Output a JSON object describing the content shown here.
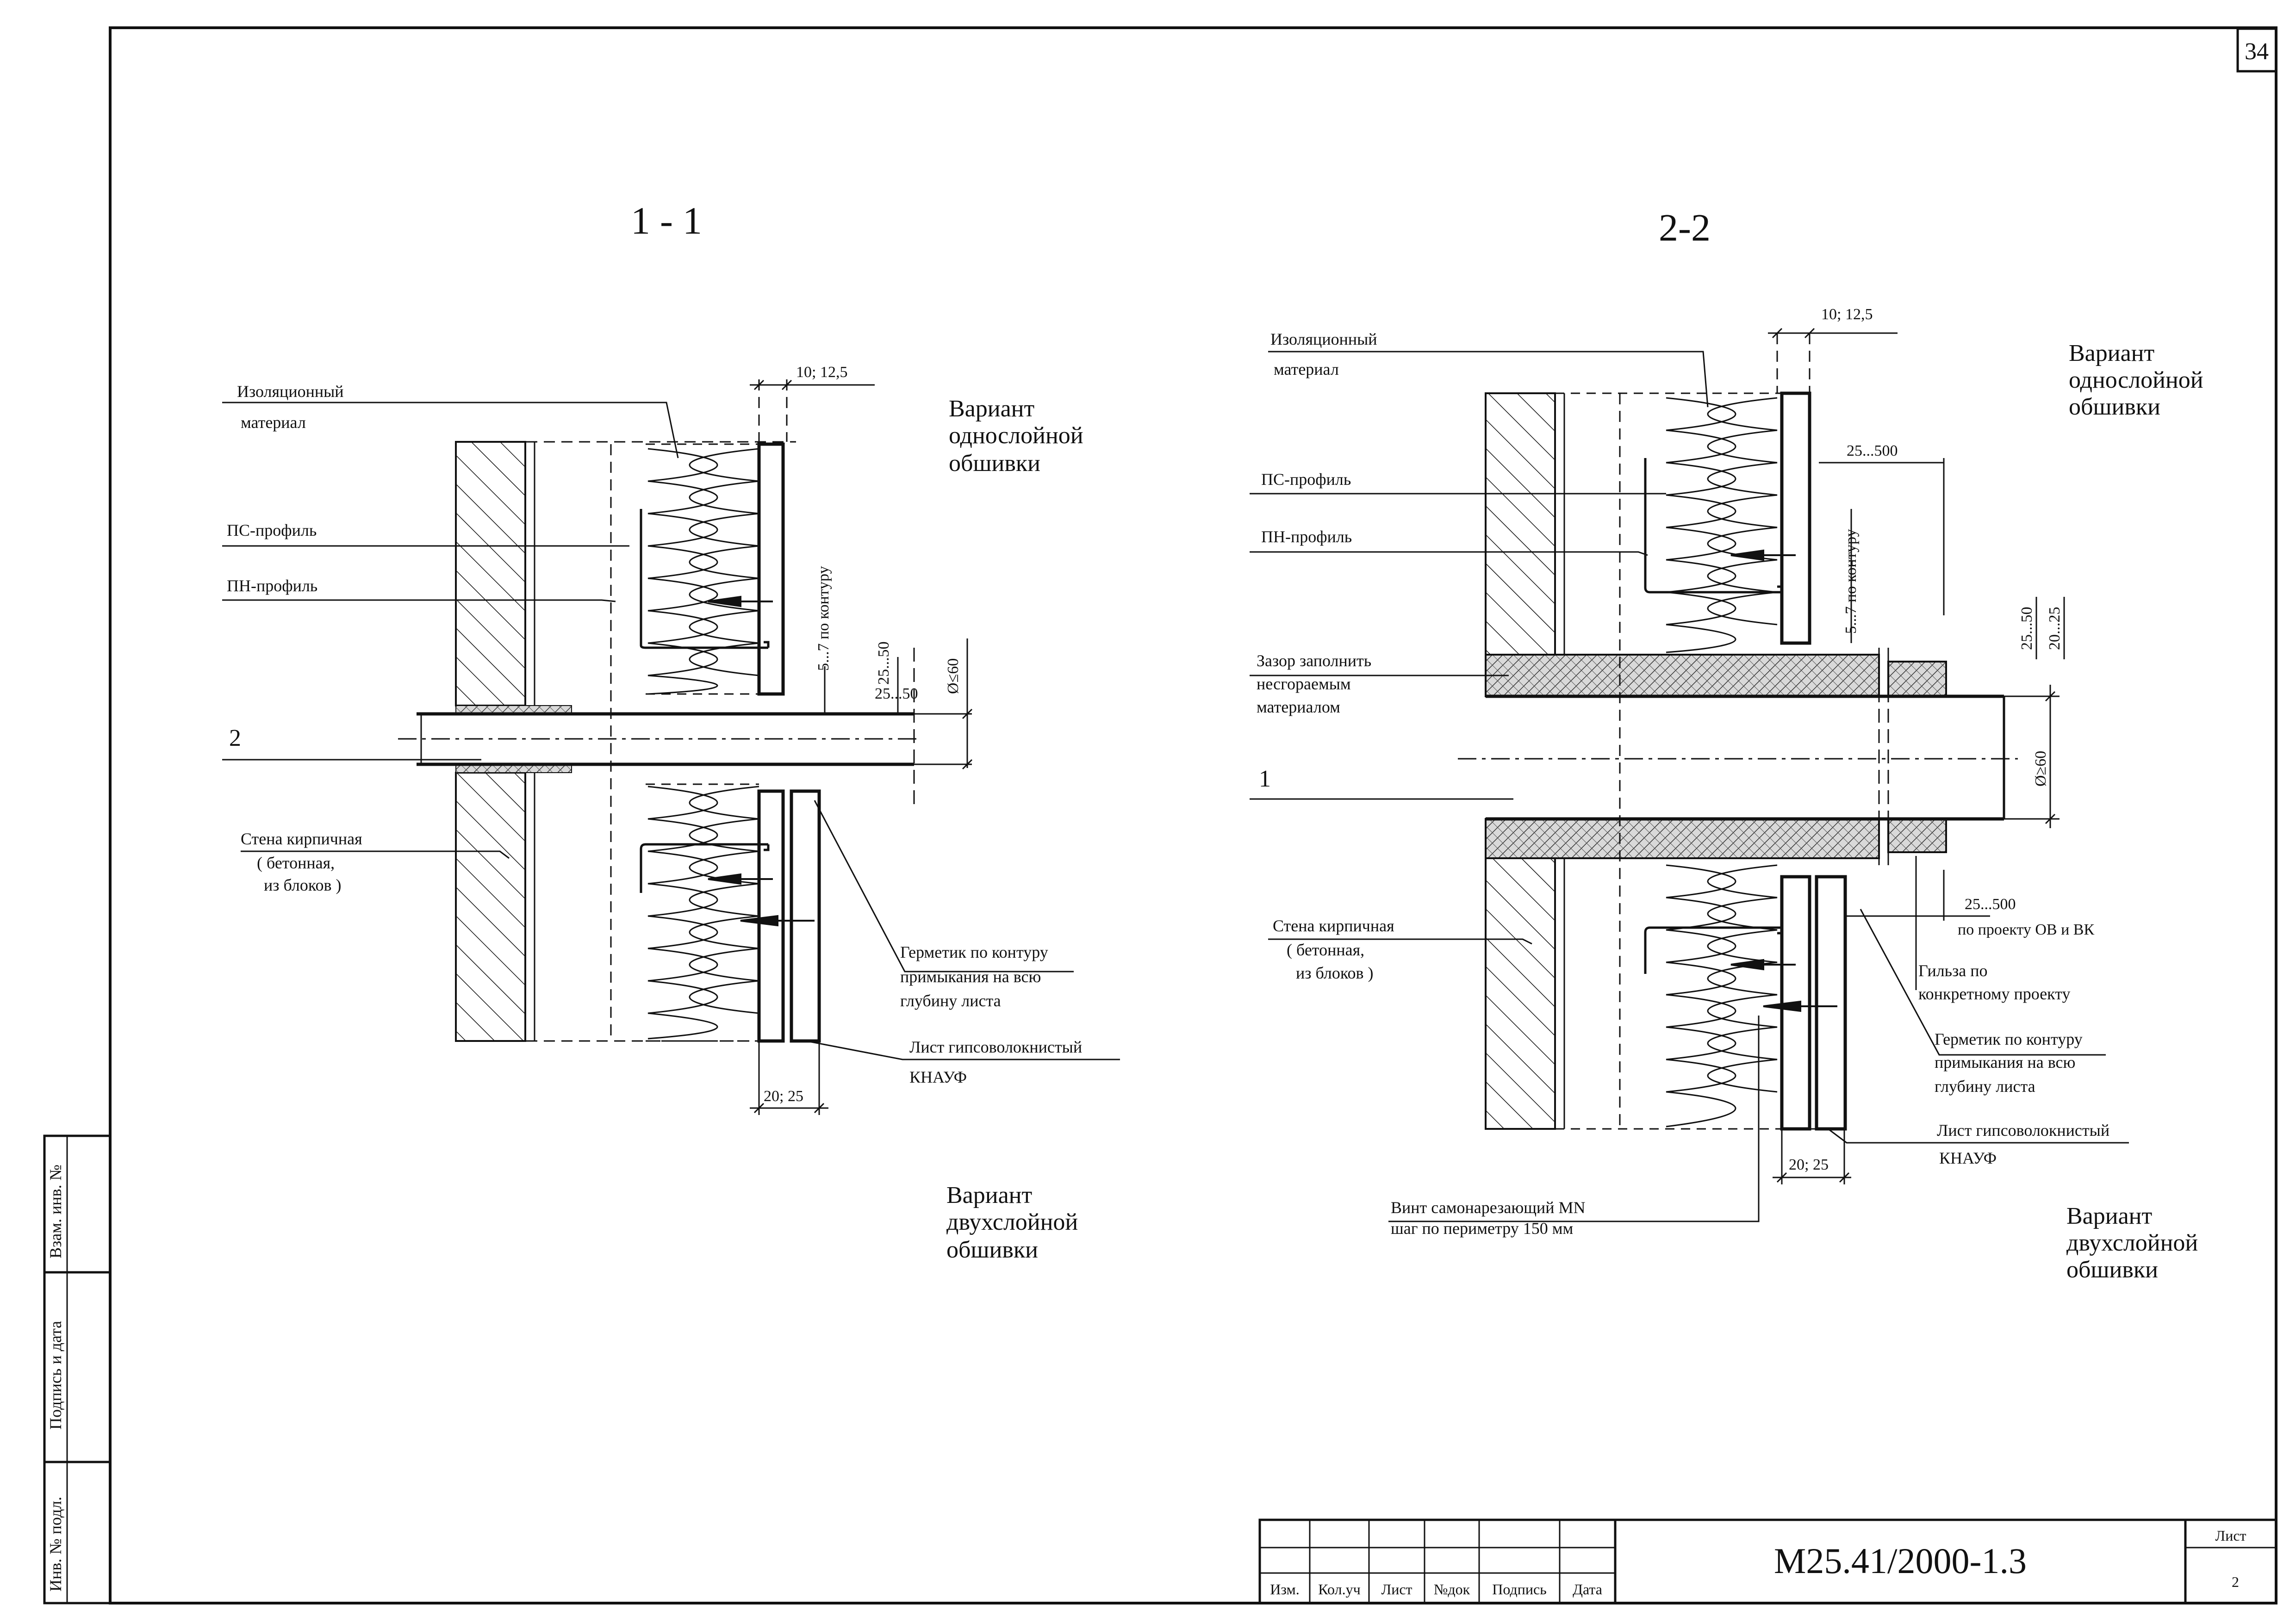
{
  "sheet": {
    "page_number": "34",
    "code": "М25.41/2000-1.3",
    "sheet_label": "Лист",
    "sheet_number": "2"
  },
  "title_block": {
    "columns": [
      "Изм.",
      "Кол.уч",
      "Лист",
      "№док",
      "Подпись",
      "Дата"
    ]
  },
  "side_stamp": {
    "zam_inv": "Взам. инв. №",
    "podpis": "Подпись и дата",
    "inv_podl": "Инв. № подл."
  },
  "left": {
    "section_title": "1 - 1",
    "variant_single": [
      "Вариант",
      "однослойной",
      "обшивки"
    ],
    "variant_double": [
      "Вариант",
      "двухслойной",
      "обшивки"
    ],
    "insulation": [
      "Изоляционный",
      "материал"
    ],
    "ps_profile": "ПС-профиль",
    "pn_profile": "ПН-профиль",
    "ref_mark": "2",
    "wall": [
      "Стена кирпичная",
      "( бетонная,",
      "из блоков )"
    ],
    "sealant": [
      "Герметик по контуру",
      "примыкания на всю",
      "глубину листа"
    ],
    "sheet_board": [
      "Лист гипсоволокнистый",
      "КНАУФ"
    ],
    "dim_top": "10; 12,5",
    "dim_contour": "5...7 по контуру",
    "dim_gap": "25...50",
    "dim_gap2": "25...50",
    "dim_diam": "Ø≤60",
    "dim_bottom": "20; 25"
  },
  "right": {
    "section_title": "2-2",
    "variant_single": [
      "Вариант",
      "однослойной",
      "обшивки"
    ],
    "variant_double": [
      "Вариант",
      "двухслойной",
      "обшивки"
    ],
    "insulation": [
      "Изоляционный",
      "материал"
    ],
    "ps_profile": "ПС-профиль",
    "pn_profile": "ПН-профиль",
    "gap_fill": [
      "Зазор заполнить",
      "несгораемым",
      "материалом"
    ],
    "ref_mark": "1",
    "wall": [
      "Стена кирпичная",
      "( бетонная,",
      "из блоков )"
    ],
    "sleeve": [
      "Гильза по",
      "конкретному проекту"
    ],
    "sealant": [
      "Герметик по контуру",
      "примыкания на всю",
      "глубину листа"
    ],
    "sheet_board": [
      "Лист  гипсоволокнистый",
      "КНАУФ"
    ],
    "screw": [
      "Винт самонарезающий     MN",
      "шаг по периметру 150 мм"
    ],
    "dim_top": "10; 12,5",
    "dim_span": "25...500",
    "dim_contour": "5...7 по контуру",
    "dim_a": "25...50",
    "dim_b": "20...25",
    "dim_diam": "Ø≥60",
    "dim_span2": "25...500",
    "dim_ov": "по проекту ОВ и ВК",
    "dim_bottom": "20; 25"
  }
}
